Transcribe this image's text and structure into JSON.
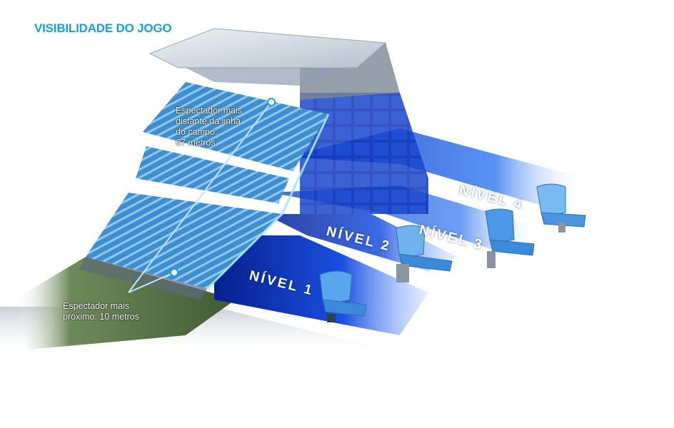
{
  "title": "VISIBILIDADE DO JOGO",
  "callouts": {
    "farthest": [
      "Espectador mais",
      "distante da linha",
      "do campo:",
      "67 metros"
    ],
    "nearest": [
      "Espectador mais",
      "próximo: 10 metros"
    ]
  },
  "levels": [
    "NÍVEL 1",
    "NÍVEL 2",
    "NÍVEL 3",
    "NÍVEL 4"
  ],
  "colors": {
    "title": "#1a9fd4",
    "band_dark": "#0a2fb8",
    "band_light": "#3f86ee",
    "seat": "#5aa6ec",
    "callout_line": "#bfe6ff"
  },
  "icons": [
    "stadium-section",
    "stadium-seat"
  ]
}
